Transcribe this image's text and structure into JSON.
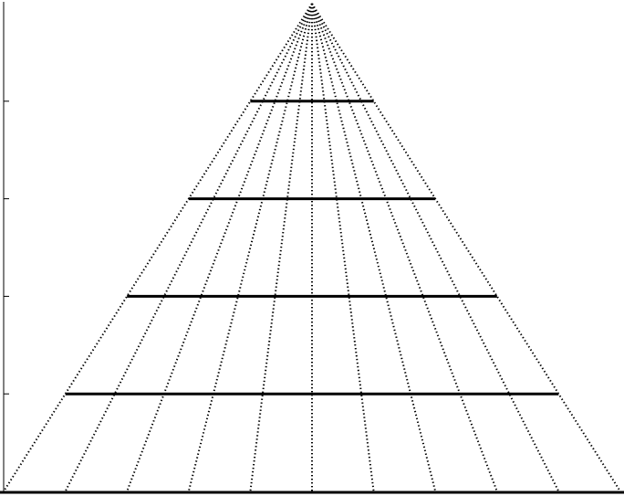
{
  "diagram": {
    "type": "perspective-grid",
    "colors": {
      "background": "#ffffff",
      "line": "#000000"
    },
    "converging_line_count": 11,
    "horizontal_level_count": 4,
    "axis_tick_count": 4
  }
}
